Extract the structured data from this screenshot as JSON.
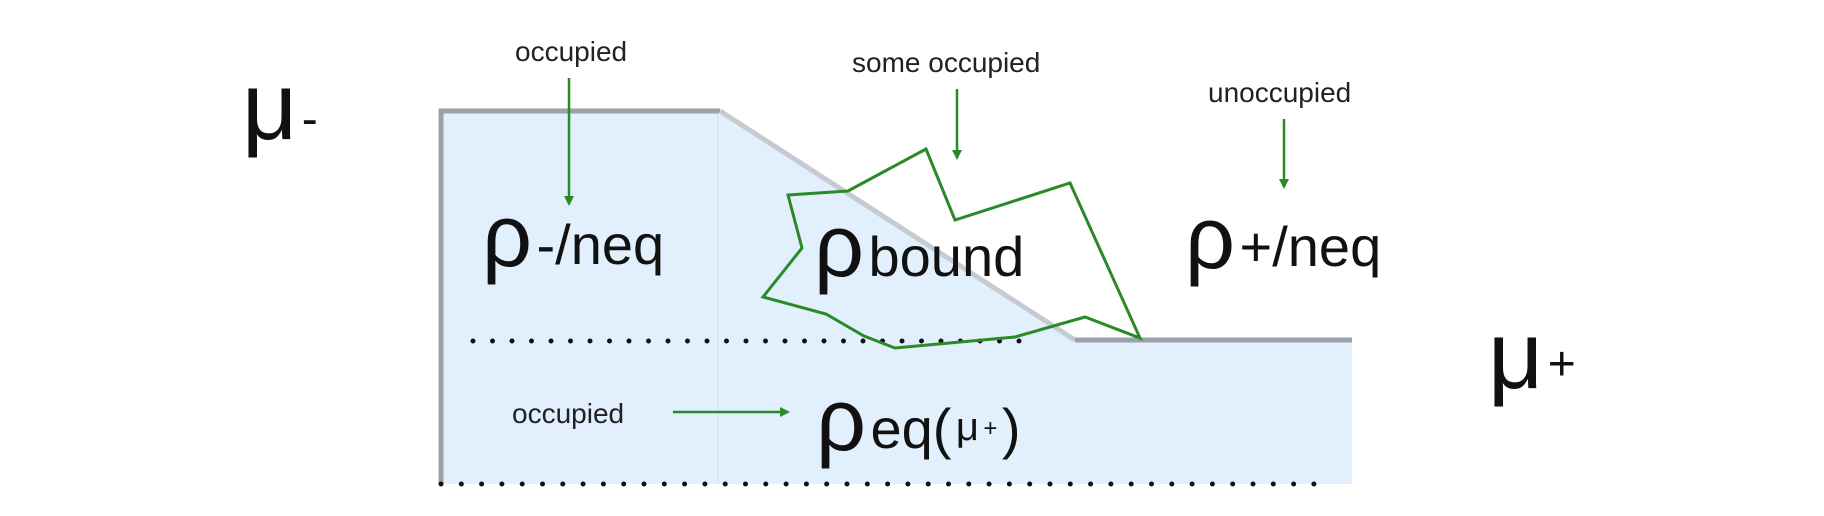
{
  "levels": {
    "mu_left": {
      "symbol": "μ",
      "subscript": "-"
    },
    "mu_right": {
      "symbol": "μ",
      "subscript": "+"
    }
  },
  "regions": {
    "rho_minus_neq": {
      "symbol": "ρ",
      "subscript": "-/neq"
    },
    "rho_bound": {
      "symbol": "ρ",
      "subscript": "bound"
    },
    "rho_plus_neq": {
      "symbol": "ρ",
      "subscript": "+/neq"
    },
    "rho_eq": {
      "symbol": "ρ",
      "subscript": "eq(",
      "mu_symbol": "μ",
      "mu_subscript": "+",
      "close": ")"
    }
  },
  "annotations": {
    "top_left": "occupied",
    "top_middle": "some occupied",
    "top_right": "unoccupied",
    "bottom_left": "occupied"
  },
  "colors": {
    "fill": "#e2f0fd",
    "wall": "#9aa1a8",
    "arrow": "#2a8a28",
    "dots": "#111111"
  }
}
